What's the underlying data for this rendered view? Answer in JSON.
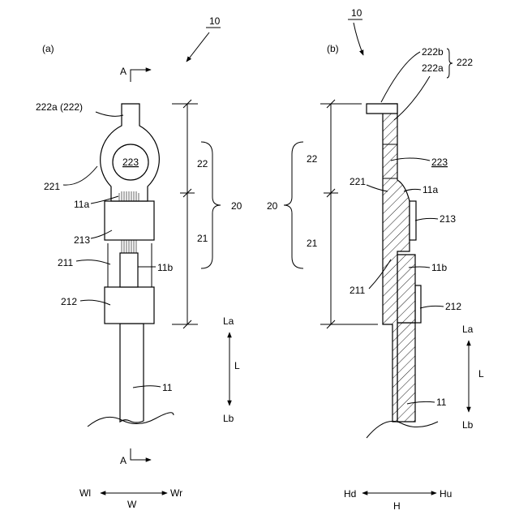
{
  "figure": {
    "a": {
      "panel_label": "(a)",
      "assembly_ref": "10",
      "section_arrow_top": "A",
      "section_arrow_bottom": "A",
      "labels": {
        "tab": "222a (222)",
        "ring_hole": "223",
        "ring": "221",
        "wire_end": "11a",
        "crimp_upper": "213",
        "barrel": "211",
        "insulation": "11b",
        "crimp_lower": "212",
        "cable": "11",
        "len_upper": "22",
        "len_lower": "21",
        "len_total": "20"
      },
      "axis_L": {
        "top": "La",
        "mid": "L",
        "bottom": "Lb"
      },
      "axis_W": {
        "left": "Wl",
        "mid": "W",
        "right": "Wr"
      }
    },
    "b": {
      "panel_label": "(b)",
      "assembly_ref": "10",
      "labels": {
        "tab_b": "222b",
        "tab_a": "222a",
        "tab_group": "222",
        "ring_hole": "223",
        "ring": "221",
        "wire_end": "11a",
        "crimp_upper": "213",
        "barrel": "211",
        "insulation": "11b",
        "crimp_lower": "212",
        "cable": "11",
        "len_upper": "22",
        "len_lower": "21",
        "len_total": "20"
      },
      "axis_L": {
        "top": "La",
        "mid": "L",
        "bottom": "Lb"
      },
      "axis_H": {
        "left": "Hd",
        "mid": "H",
        "right": "Hu"
      }
    }
  }
}
